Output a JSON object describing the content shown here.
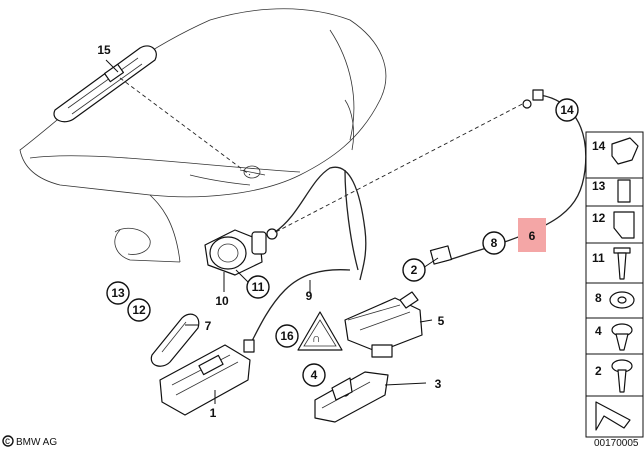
{
  "callouts": {
    "c1": "1",
    "c2": "2",
    "c3": "3",
    "c4": "4",
    "c5": "5",
    "c6": "6",
    "c7": "7",
    "c8": "8",
    "c9": "9",
    "c10": "10",
    "c11": "11",
    "c12": "12",
    "c13": "13",
    "c14": "14",
    "c15": "15",
    "c16": "16"
  },
  "side_panel": {
    "items": [
      "14",
      "13",
      "12",
      "11",
      "8",
      "4",
      "2"
    ]
  },
  "highlight_color": "#f4a6a6",
  "footer": {
    "brand": "BMW AG",
    "diagram_number": "00170005"
  }
}
